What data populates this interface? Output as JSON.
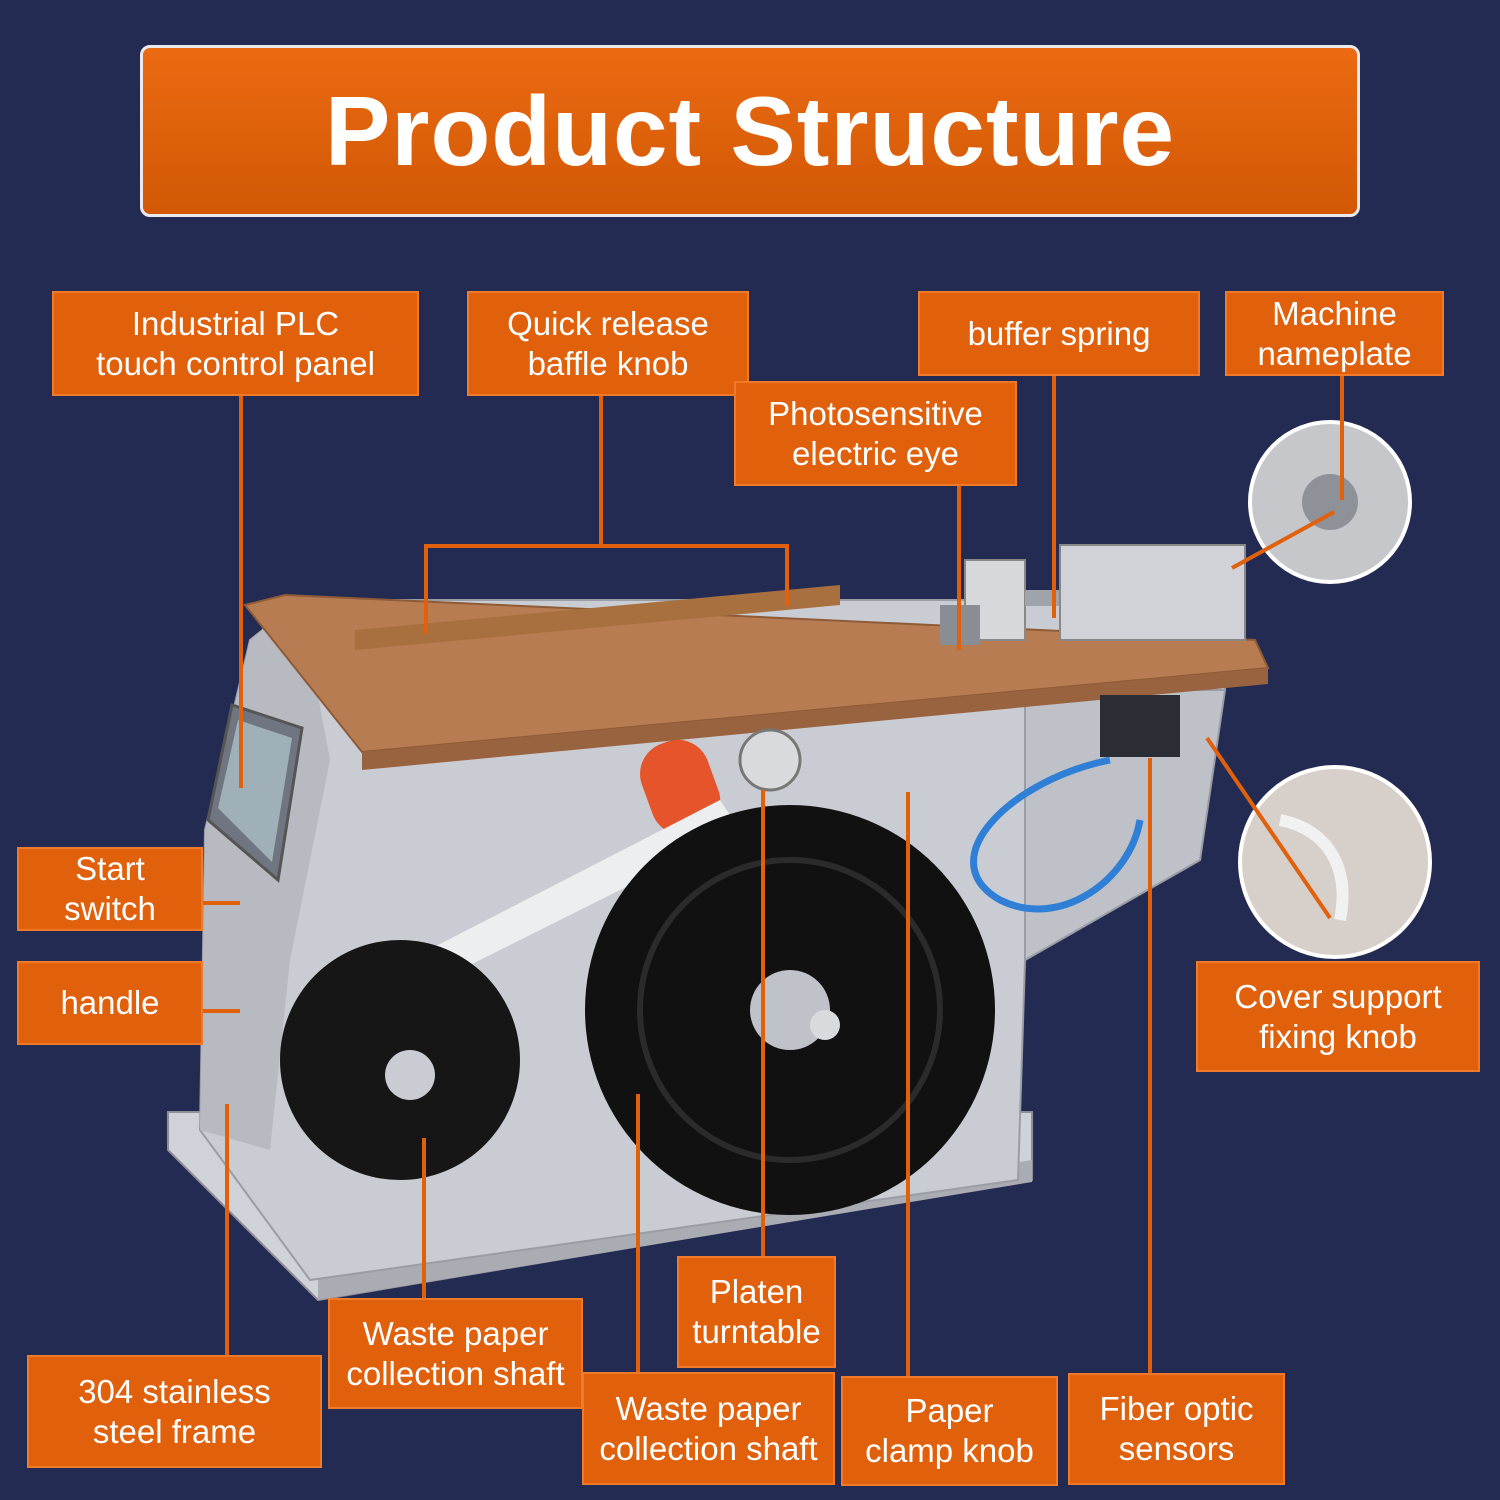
{
  "title": "Product Structure",
  "colors": {
    "background": "#232b52",
    "label": "#e0600c",
    "table_top": "#b87c52",
    "frame": "#c9ccd2",
    "reel": "#111111",
    "roller": "#e5542a",
    "tube": "#2f7fd6"
  },
  "labels": {
    "plc_panel": [
      "Industrial PLC",
      "touch control panel"
    ],
    "baffle_knob": [
      "Quick release",
      "baffle knob"
    ],
    "buffer_spring": [
      "buffer spring"
    ],
    "nameplate": [
      "Machine",
      "nameplate"
    ],
    "electric_eye": [
      "Photosensitive",
      "electric eye"
    ],
    "start_switch": [
      "Start",
      "switch"
    ],
    "handle": [
      "handle"
    ],
    "cover_knob": [
      "Cover support",
      "fixing knob"
    ],
    "platen": [
      "Platen",
      "turntable"
    ],
    "waste_shaft_1": [
      "Waste paper",
      "collection shaft"
    ],
    "steel_frame": [
      "304 stainless",
      "steel frame"
    ],
    "waste_shaft_2": [
      "Waste paper",
      "collection shaft"
    ],
    "clamp_knob": [
      "Paper",
      "clamp knob"
    ],
    "fiber_sensors": [
      "Fiber optic",
      "sensors"
    ]
  }
}
